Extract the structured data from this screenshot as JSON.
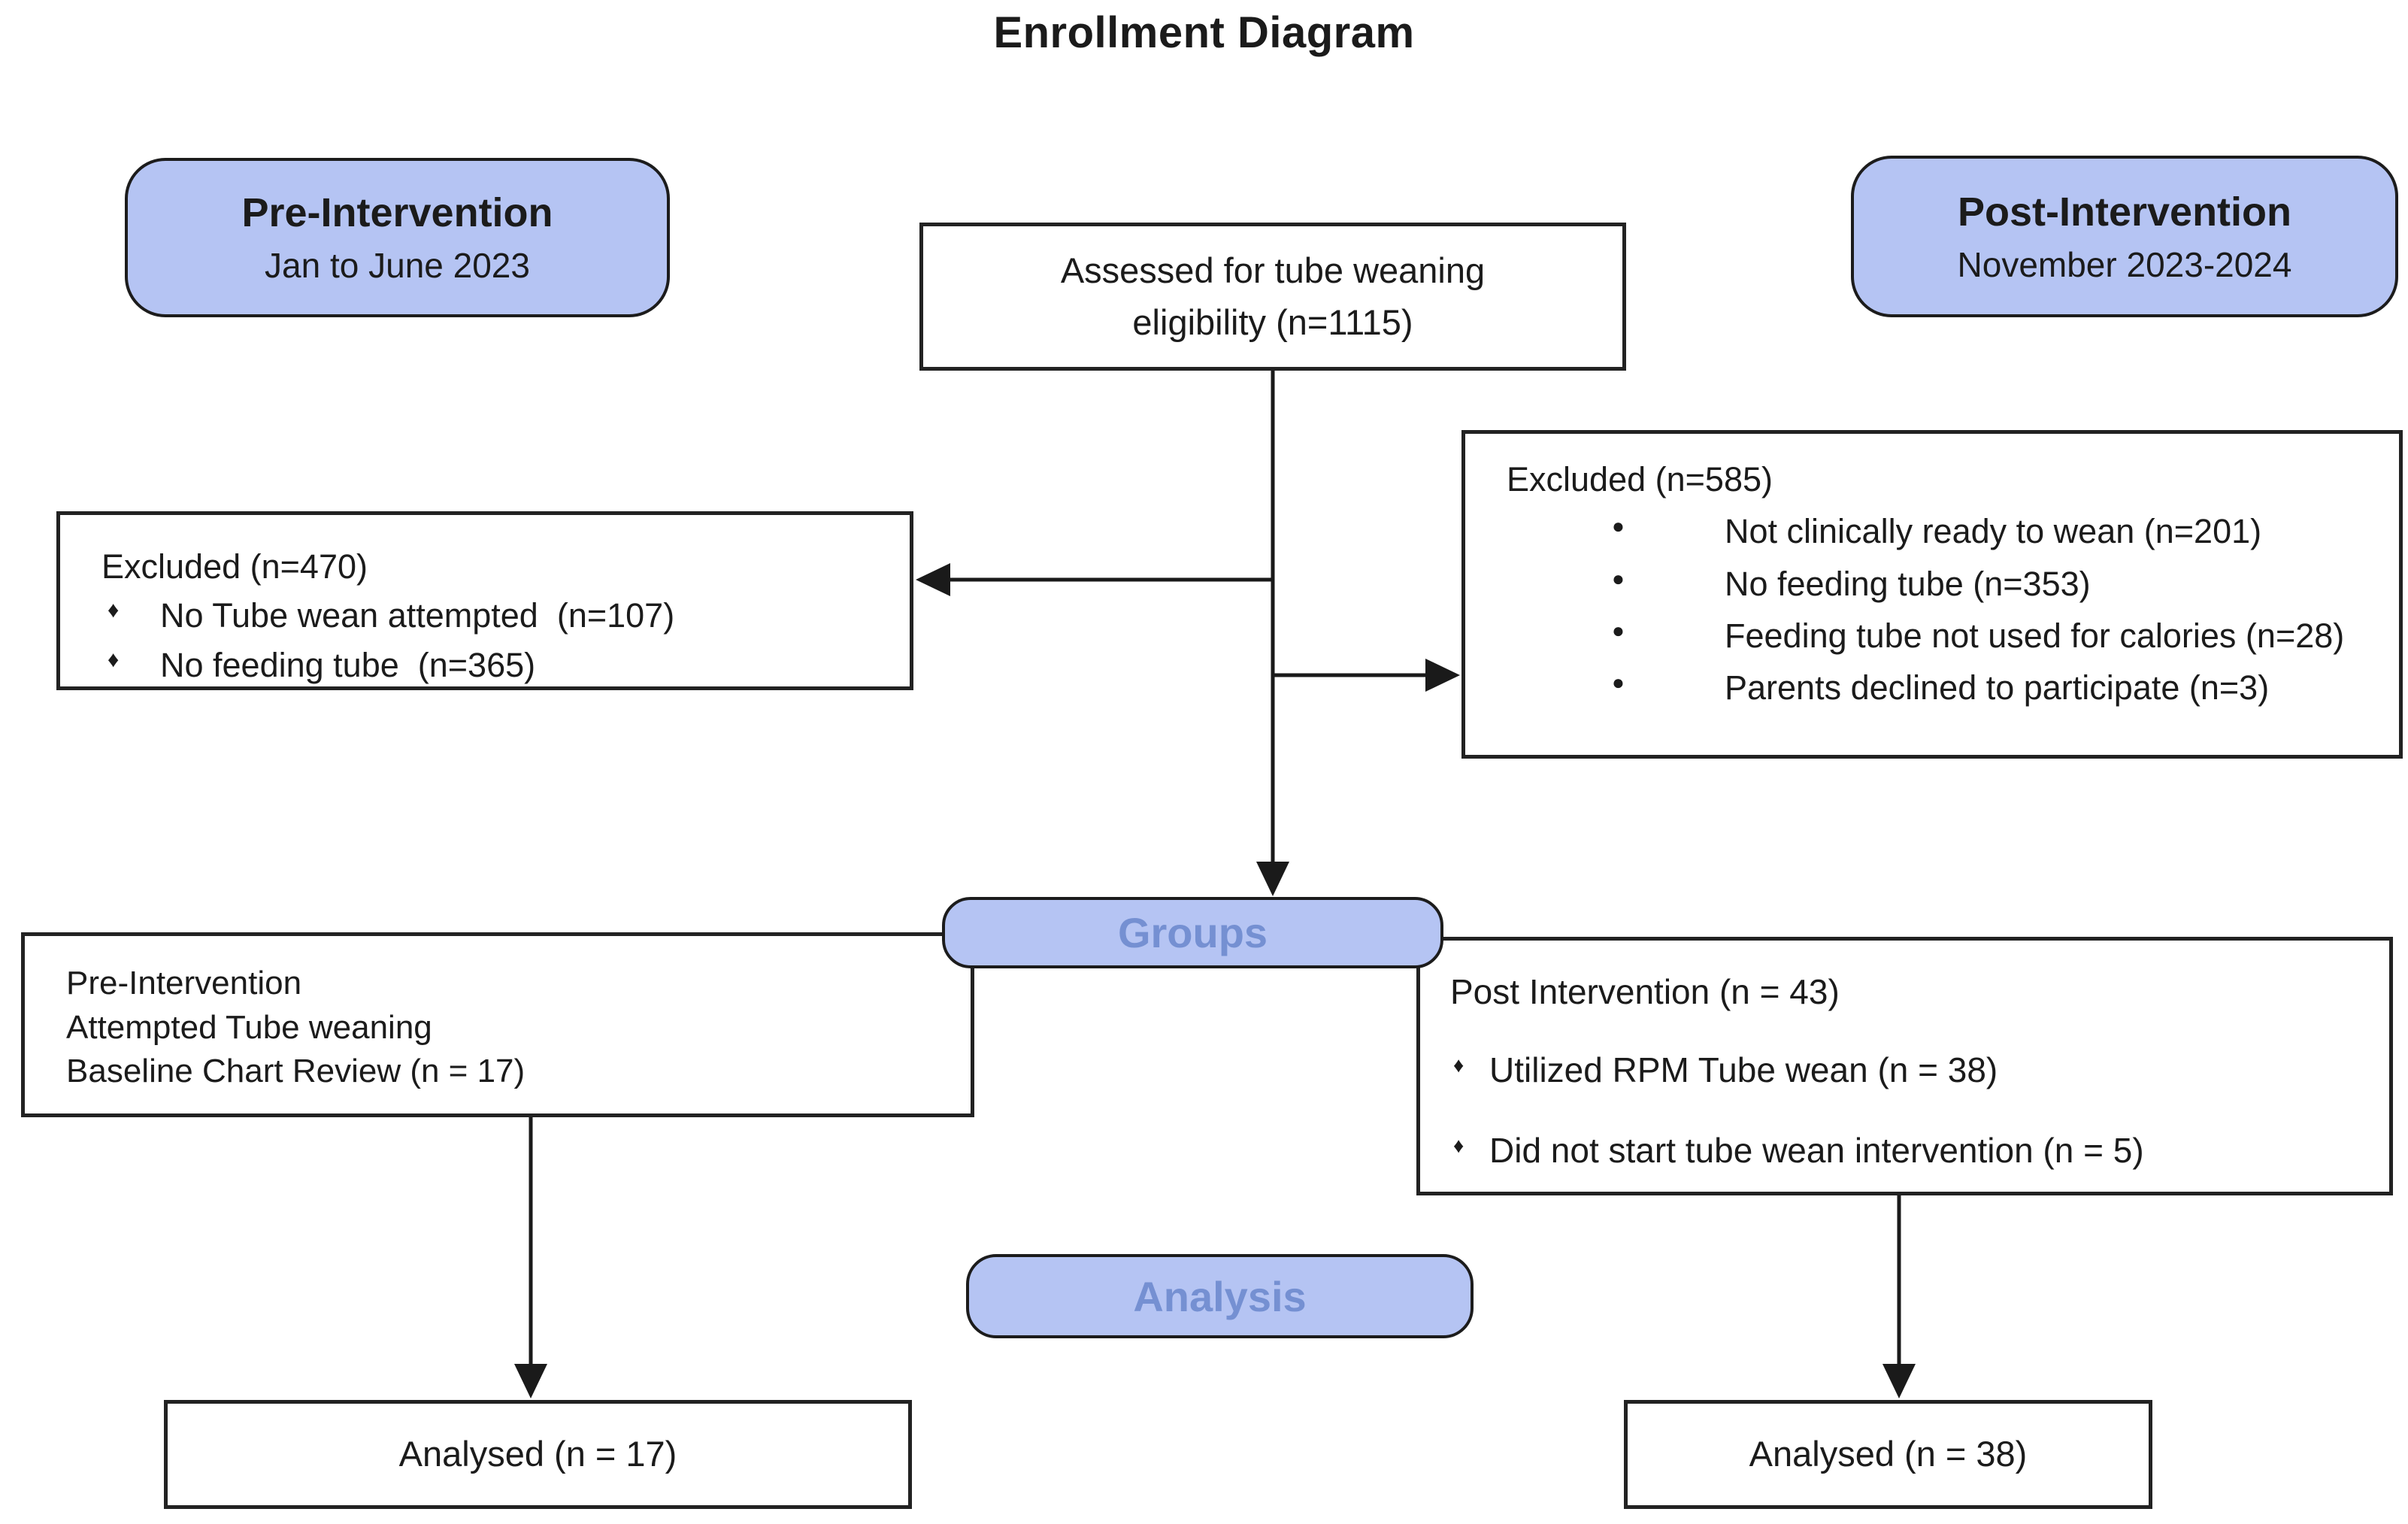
{
  "title": "Enrollment Diagram",
  "phases": {
    "pre": {
      "title": "Pre-Intervention",
      "subtitle": "Jan to June 2023"
    },
    "post": {
      "title": "Post-Intervention",
      "subtitle": "November 2023-2024"
    }
  },
  "assessed": {
    "line1": "Assessed for tube weaning",
    "line2": "eligibility (n=1115)"
  },
  "excluded_left": {
    "heading": "Excluded (n=470)",
    "items": [
      "No Tube wean attempted  (n=107)",
      "No feeding tube  (n=365)"
    ]
  },
  "excluded_right": {
    "heading": "Excluded (n=585)",
    "items": [
      "Not clinically ready to wean (n=201)",
      "No feeding tube (n=353)",
      "Feeding tube not used for calories (n=28)",
      "Parents declined to participate (n=3)"
    ]
  },
  "stages": {
    "groups": "Groups",
    "analysis": "Analysis"
  },
  "group_left": {
    "lines": [
      "Pre-Intervention",
      "Attempted Tube weaning",
      "Baseline Chart Review (n = 17)"
    ]
  },
  "group_right": {
    "heading": "Post Intervention (n = 43)",
    "items": [
      "Utilized RPM Tube wean (n = 38)",
      "Did not start tube wean intervention (n = 5)"
    ]
  },
  "analysed_left": {
    "text": "Analysed (n = 17)"
  },
  "analysed_right": {
    "text": "Analysed (n = 38)"
  },
  "colors": {
    "pill_fill": "#b5c4f3",
    "stage_label_text": "#7590d2",
    "box_border": "#222222",
    "line": "#1a1a1a"
  }
}
